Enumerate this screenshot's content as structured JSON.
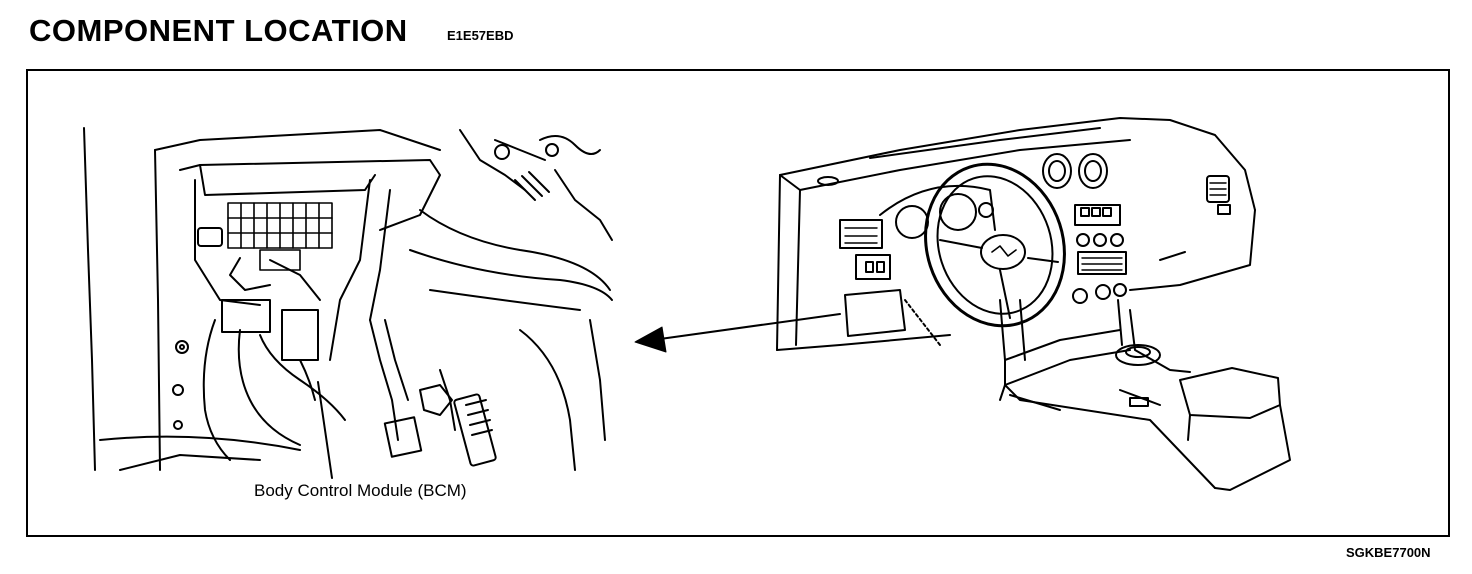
{
  "header": {
    "title": "COMPONENT LOCATION",
    "doc_code": "E1E57EBD"
  },
  "figure": {
    "callout_label": "Body Control Module (BCM)",
    "figure_code": "SGKBE7700N"
  },
  "icons": {
    "pointer": "arrow-left-icon",
    "left_view": "under-dash-bcm-illustration",
    "right_view": "dashboard-illustration"
  }
}
